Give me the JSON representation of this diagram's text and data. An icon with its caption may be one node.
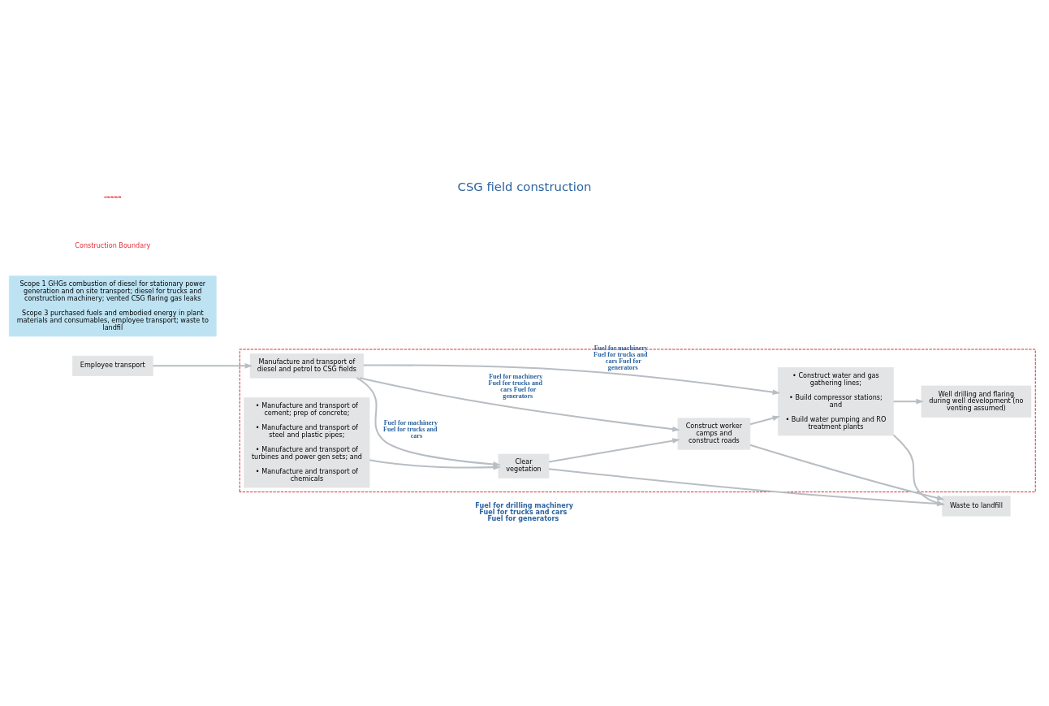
{
  "diagram": {
    "title": "CSG field construction",
    "nodes": [
      {
        "text": [
          "Waste to landfill"
        ]
      },
      {
        "text": [],
        "shape": "box"
      },
      {
        "text": [
          "• Manufacture and transport of cement; prep of concrete;",
          "• Manufacture and transport of steel and plastic pipes;",
          "• Manufacture and transport of turbines and power gen sets; and",
          "• Manufacture and transport of chemicals"
        ],
        "in": 1
      },
      {
        "text": [
          "Clear vegetation"
        ],
        "in": 1
      },
      {
        "text": [
          "Construct worker camps and construct roads"
        ],
        "in": 1
      },
      {
        "text": [
          "• Construct water and gas gathering lines;",
          "• Build compressor stations; and",
          "• Build water pumping and RO treatment plants"
        ],
        "in": 1
      },
      {
        "text": [
          "Manufacture and transport of diesel and petrol to CSG fields"
        ],
        "in": 1
      },
      {
        "text": [
          "Well drilling and flaring during well development (no venting assumed)"
        ],
        "in": 1
      },
      {
        "text": [
          "Employee transport"
        ]
      },
      {
        "text": [
          "Scope 1 GHGs combustion of diesel for stationary power generation and on site transport; diesel for trucks and construction machinery; vented CSG flaring gas leaks",
          "Scope 3 purchased fuels and embodied energy in plant materials and consumables, employee transport; waste to landfil"
        ]
      }
    ],
    "edges": [
      {
        "from": 2,
        "to": 3,
        "arrow": "to"
      },
      {
        "from": 3,
        "to": 4,
        "arrow": "to"
      },
      {
        "from": 4,
        "to": 5,
        "arrow": "to"
      },
      {
        "from": 5,
        "to": 7,
        "arrow": "to"
      },
      {
        "from": 3,
        "to": 0,
        "arrow": "to"
      },
      {
        "from": 4,
        "to": 0,
        "arrow": "to"
      },
      {
        "from": 5,
        "to": 0,
        "arrow": "to"
      },
      {
        "from": 6,
        "to": 3,
        "arrow": "to",
        "label": "Fuel for machinery Fuel for trucks and cars"
      },
      {
        "from": 6,
        "to": 4,
        "arrow": "to",
        "label": "Fuel for machinery Fuel for trucks and cars Fuel for generators"
      },
      {
        "from": 6,
        "to": 5,
        "arrow": "to",
        "label": "Fuel for machinery Fuel for trucks and cars Fuel for generators"
      },
      {
        "from": 8,
        "to": 6,
        "arrow": "to"
      }
    ],
    "labels": [
      "Fuel for drilling machinery Fuel for trucks and cars Fuel for generators"
    ],
    "legend": [
      {
        "text": "Construction Boundary"
      }
    ]
  }
}
